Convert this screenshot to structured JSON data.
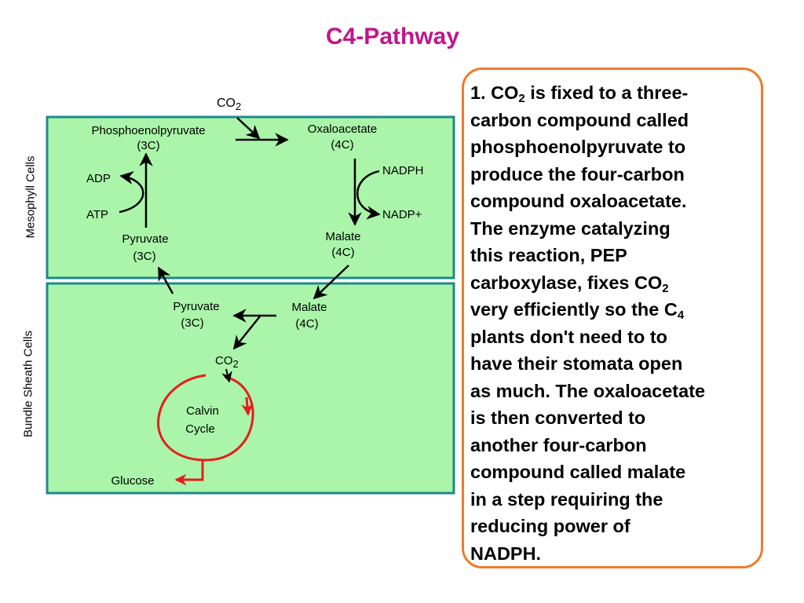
{
  "title": "C4-Pathway",
  "labels": {
    "mesophyll": "Mesophyll Cells",
    "bundle_sheath": "Bundle Sheath Cells"
  },
  "diagram": {
    "co2_top": "CO",
    "co2_top_sub": "2",
    "pep": "Phosphoenolpyruvate",
    "pep_c": "(3C)",
    "oxaloacetate": "Oxaloacetate",
    "oxaloacetate_c": "(4C)",
    "nadph": "NADPH",
    "nadp": "NADP+",
    "adp": "ADP",
    "atp": "ATP",
    "malate_m": "Malate",
    "malate_m_c": "(4C)",
    "pyruvate_m": "Pyruvate",
    "pyruvate_m_c": "(3C)",
    "pyruvate_b": "Pyruvate",
    "pyruvate_b_c": "(3C)",
    "malate_b": "Malate",
    "malate_b_c": "(4C)",
    "co2_b": "CO",
    "co2_b_sub": "2",
    "calvin_1": "Calvin",
    "calvin_2": "Cycle",
    "glucose": "Glucose"
  },
  "colors": {
    "cell_fill": "#aaf5aa",
    "cell_border": "#1f8a8a",
    "calvin": "#e81c1c",
    "box_border": "#f07a2a",
    "title": "#c0158a"
  },
  "info": {
    "l1a": "1. CO",
    "l1s": "2",
    "l1b": " is fixed to a three-",
    "l2": "carbon compound called",
    "l3": "phosphoenolpyruvate to",
    "l4": "produce the four-carbon",
    "l5": "compound oxaloacetate.",
    "l6": "The enzyme catalyzing",
    "l7": "this reaction, PEP",
    "l8a": "carboxylase, fixes CO",
    "l8s": "2",
    "l9a": "very efficiently so the C",
    "l9s": "4",
    "l10": "plants don't need to to",
    "l11": "have their stomata open",
    "l12": "as much. The oxaloacetate",
    "l13": "is then converted to",
    "l14": "another four-carbon",
    "l15": "compound called malate",
    "l16": "in a step requiring the",
    "l17": "reducing power of",
    "l18": "NADPH."
  }
}
